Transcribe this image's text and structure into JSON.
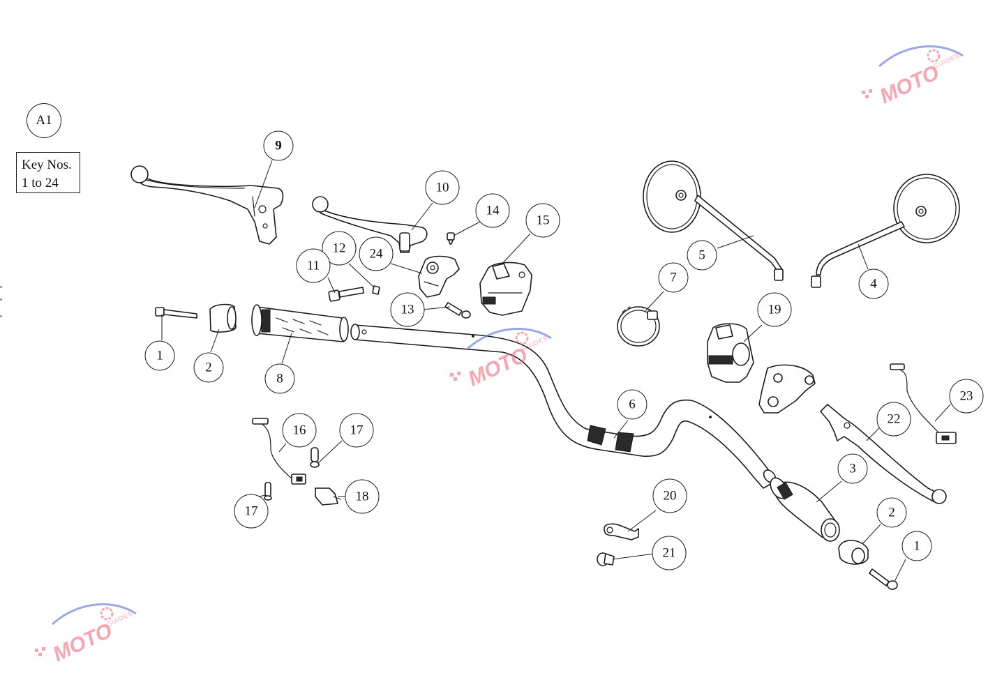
{
  "figure": {
    "reference": "A1",
    "key_line1": "Key Nos.",
    "key_line2": "1 to 24"
  },
  "callouts": {
    "c1a": "1",
    "c1b": "1",
    "c2a": "2",
    "c2b": "2",
    "c3": "3",
    "c4": "4",
    "c5": "5",
    "c6": "6",
    "c7": "7",
    "c8": "8",
    "c9": "9",
    "c10": "10",
    "c11": "11",
    "c12": "12",
    "c13": "13",
    "c14": "14",
    "c15": "15",
    "c16": "16",
    "c17a": "17",
    "c17b": "17",
    "c18": "18",
    "c19": "19",
    "c20": "20",
    "c21": "21",
    "c22": "22",
    "c23": "23",
    "c24": "24"
  },
  "watermark": {
    "word": "MOTO",
    "sub": "GUIDES",
    "color": "#f26a7c",
    "arc_color": "#5a6fd6"
  },
  "icons": {
    "gear": "gear-icon",
    "checker": "checkered-flag-icon"
  }
}
